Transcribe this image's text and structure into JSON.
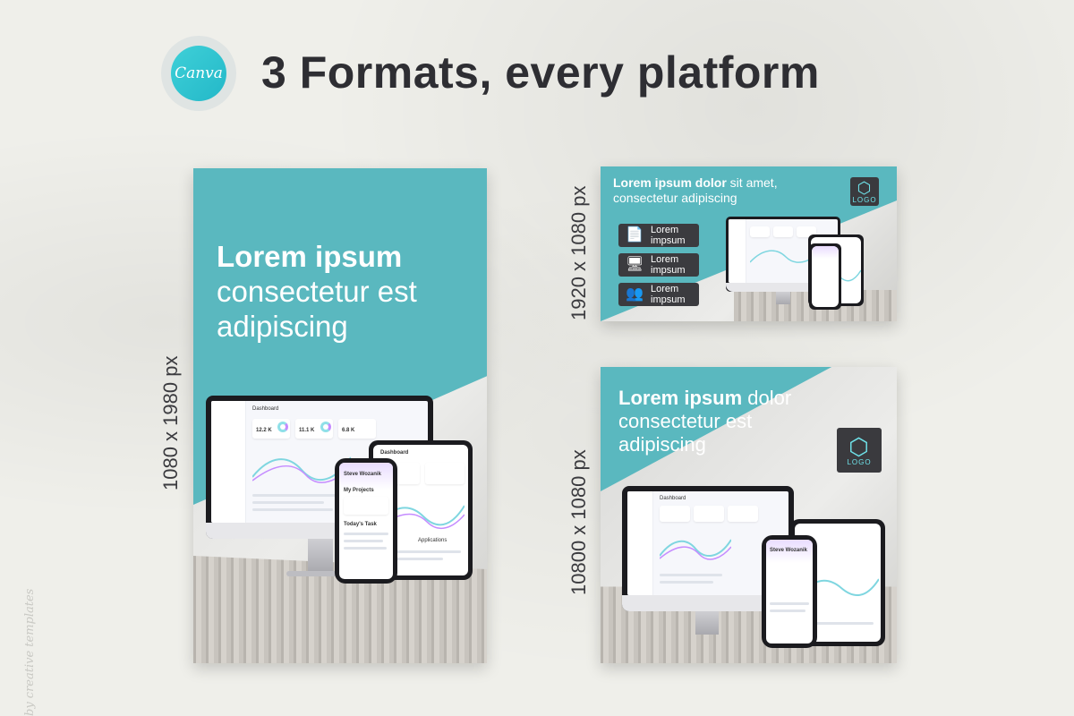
{
  "header": {
    "logo_text": "Canva",
    "headline": "3 Formats, every platform"
  },
  "labels": {
    "portrait": "1080 x 1980 px",
    "landscape": "1920 x 1080 px",
    "square": "10800 x 1080 px"
  },
  "watermark": "by creative templates",
  "portrait_card": {
    "title_bold": "Lorem ipsum",
    "title_rest": "consectetur est adipiscing"
  },
  "landscape_card": {
    "title_bold": "Lorem ipsum dolor",
    "title_rest": " sit amet, consectetur adipiscing",
    "features": [
      {
        "icon": "document-check-icon",
        "label": "Lorem impsum"
      },
      {
        "icon": "devices-icon",
        "label": "Lorem impsum"
      },
      {
        "icon": "users-icon",
        "label": "Lorem impsum"
      }
    ],
    "logo_label": "LOGO"
  },
  "square_card": {
    "title_bold": "Lorem ipsum",
    "title_rest": " dolor consectetur est adipiscing",
    "logo_label": "LOGO"
  },
  "dashboard": {
    "title": "Dashboard",
    "kpi_1": "12.2 K",
    "kpi_2": "11.1 K",
    "kpi_3": "6.8 K",
    "user": "Steve Wozanik",
    "projects": "My Projects",
    "tasks": "Today's Task",
    "applications": "Applications"
  },
  "colors": {
    "teal": "#5ab8bf",
    "dark": "#3b3b3f",
    "accent": "#6fe3ea"
  }
}
